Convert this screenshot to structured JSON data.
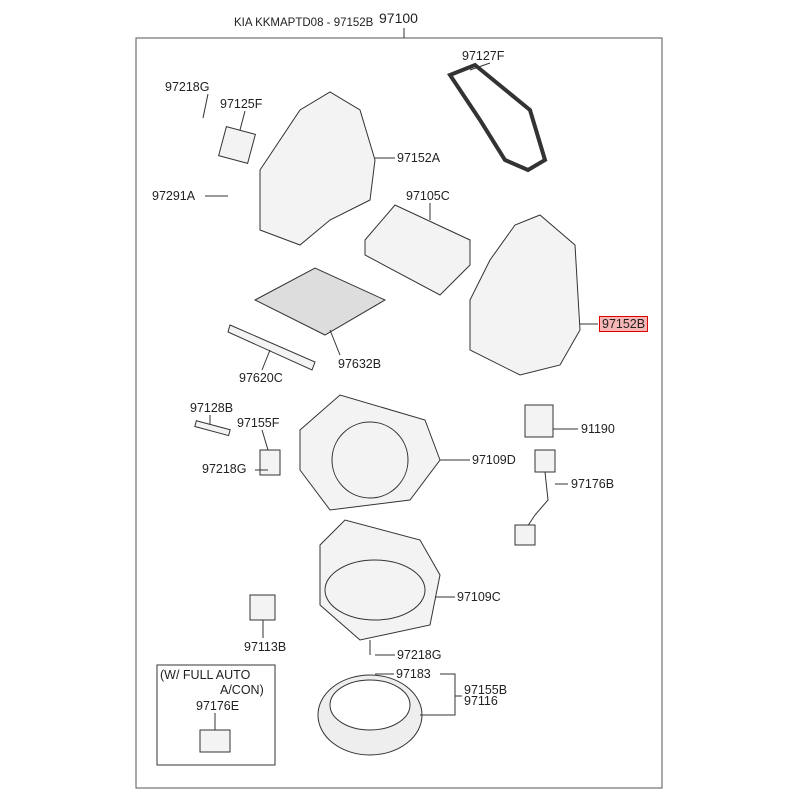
{
  "header": {
    "source": "KIA KKMAPTD08 - 97152B",
    "assembly": "97100"
  },
  "highlighted_part": "97152B",
  "highlight_color": "#f7b6b6",
  "callouts": {
    "p97218G_a": "97218G",
    "p97125F": "97125F",
    "p97152A": "97152A",
    "p97291A": "97291A",
    "p97127F": "97127F",
    "p97105C": "97105C",
    "p97152B": "97152B",
    "p97632B": "97632B",
    "p97620C": "97620C",
    "p97128B": "97128B",
    "p97155F": "97155F",
    "p97218G_b": "97218G",
    "p97109D": "97109D",
    "p91190": "91190",
    "p97176B": "97176B",
    "p97109C": "97109C",
    "p97113B": "97113B",
    "p97218G_c": "97218G",
    "p97183": "97183",
    "p97155B": "97155B",
    "p97116": "97116"
  },
  "inset": {
    "note_line1": "(W/ FULL AUTO",
    "note_line2": "A/CON)",
    "part": "97176E"
  }
}
